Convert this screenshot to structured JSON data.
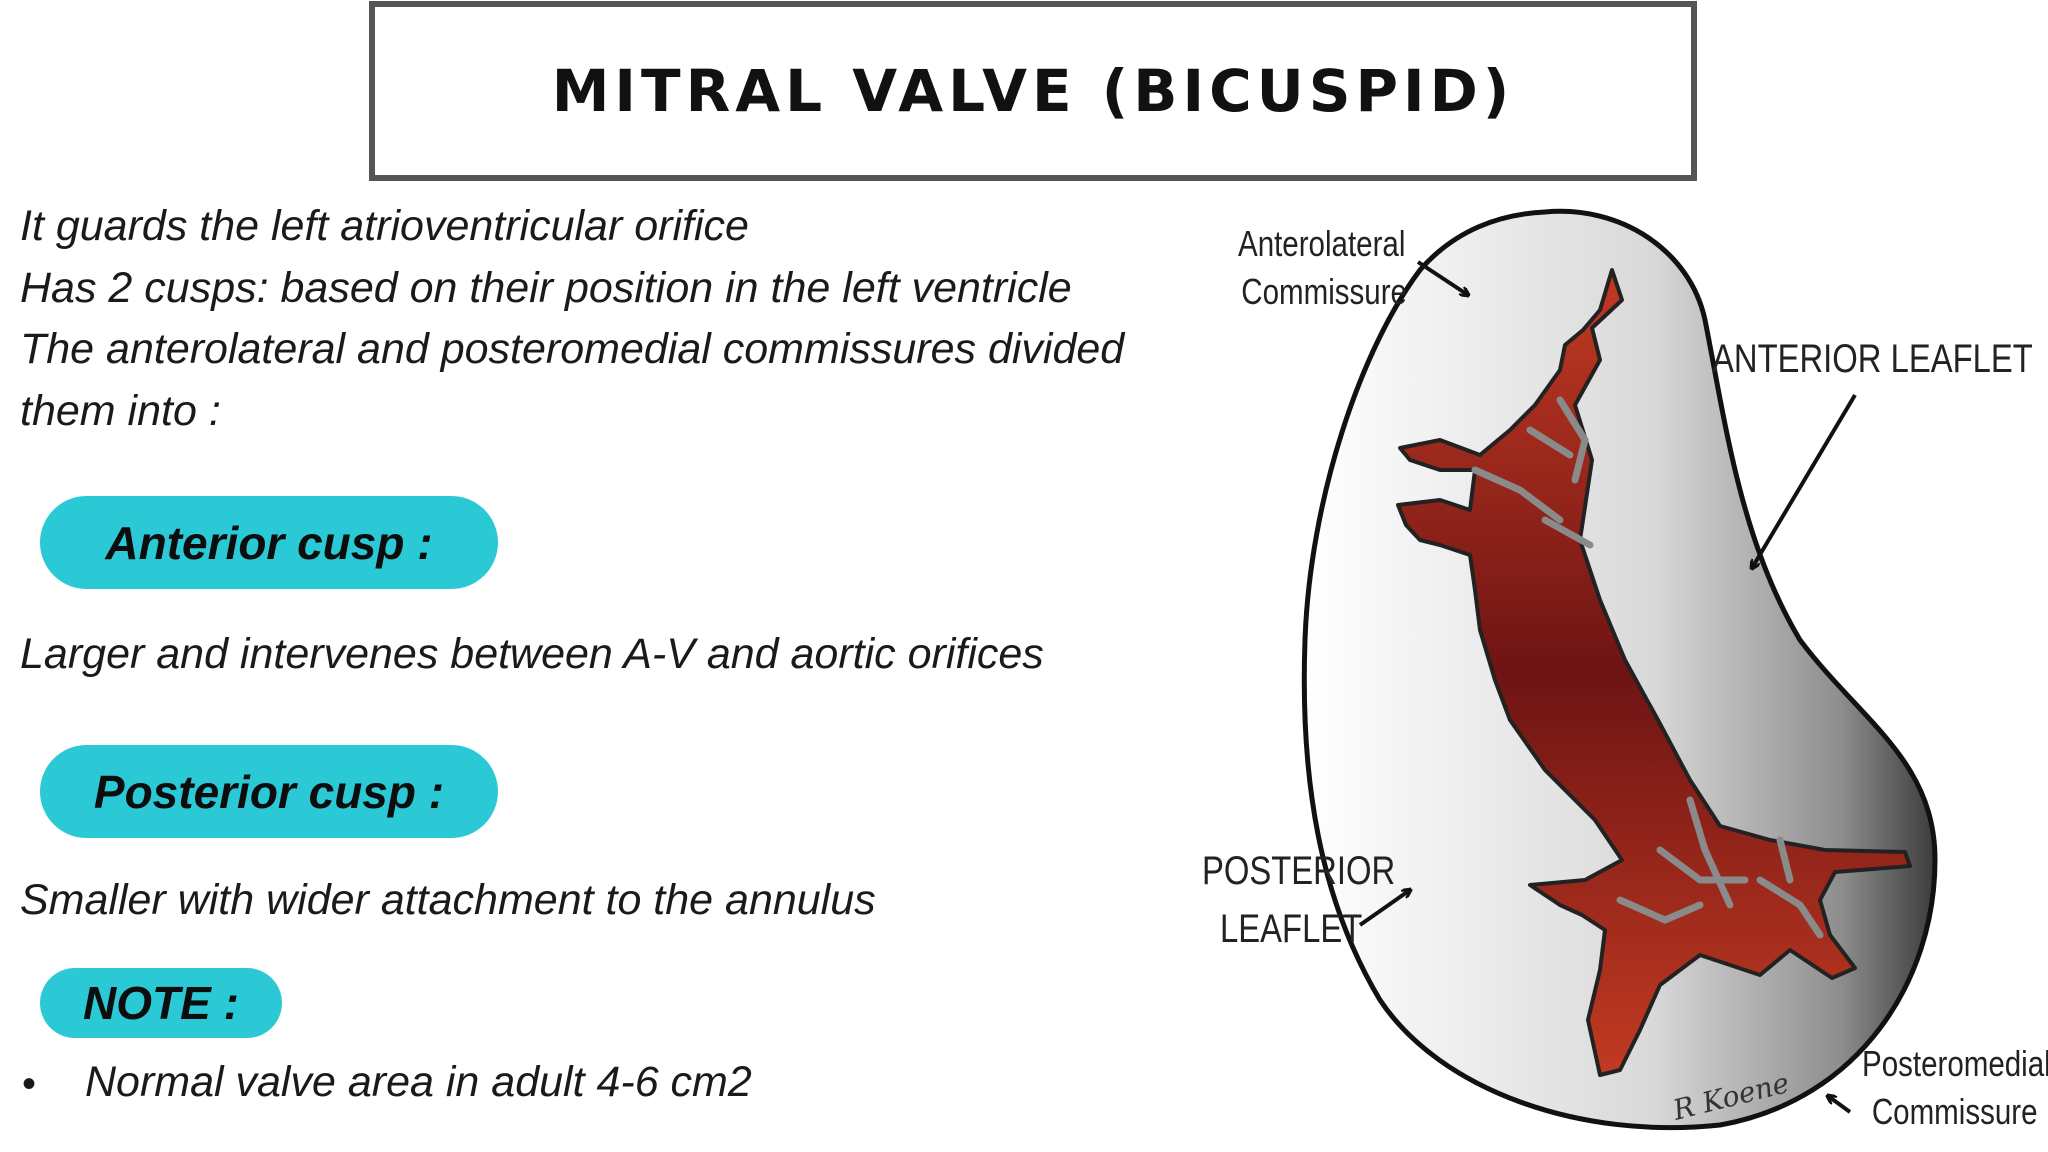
{
  "title": "MITRAL VALVE (BICUSPID)",
  "intro_lines": [
    "It guards the left atrioventricular orifice",
    "Has 2 cusps: based on their position in the left ventricle",
    "The anterolateral and posteromedial commissures divided",
    "them into :"
  ],
  "anterior": {
    "label": "Anterior cusp :",
    "description": "Larger and intervenes between A-V and aortic orifices"
  },
  "posterior": {
    "label": "Posterior cusp :",
    "description": "Smaller with wider attachment to the annulus"
  },
  "note": {
    "label": "NOTE :",
    "bullet": "•",
    "text": "Normal valve area in adult 4-6 cm2"
  },
  "diagram_labels": {
    "anterolateral_1": "Anterolateral",
    "anterolateral_2": "Commissure",
    "anterior_leaflet": "ANTERIOR LEAFLET",
    "posterior_1": "POSTERIOR",
    "posterior_2": "LEAFLET",
    "posteromedial_1": "Posteromedial",
    "posteromedial_2": "Commissure",
    "signature": "R Koene"
  },
  "colors": {
    "pill": "#2bc9d6",
    "title_border": "#555555",
    "valve_red": "#b52a1c",
    "valve_dark_red": "#6e1414",
    "chordae_gray": "#8a8a8a"
  }
}
